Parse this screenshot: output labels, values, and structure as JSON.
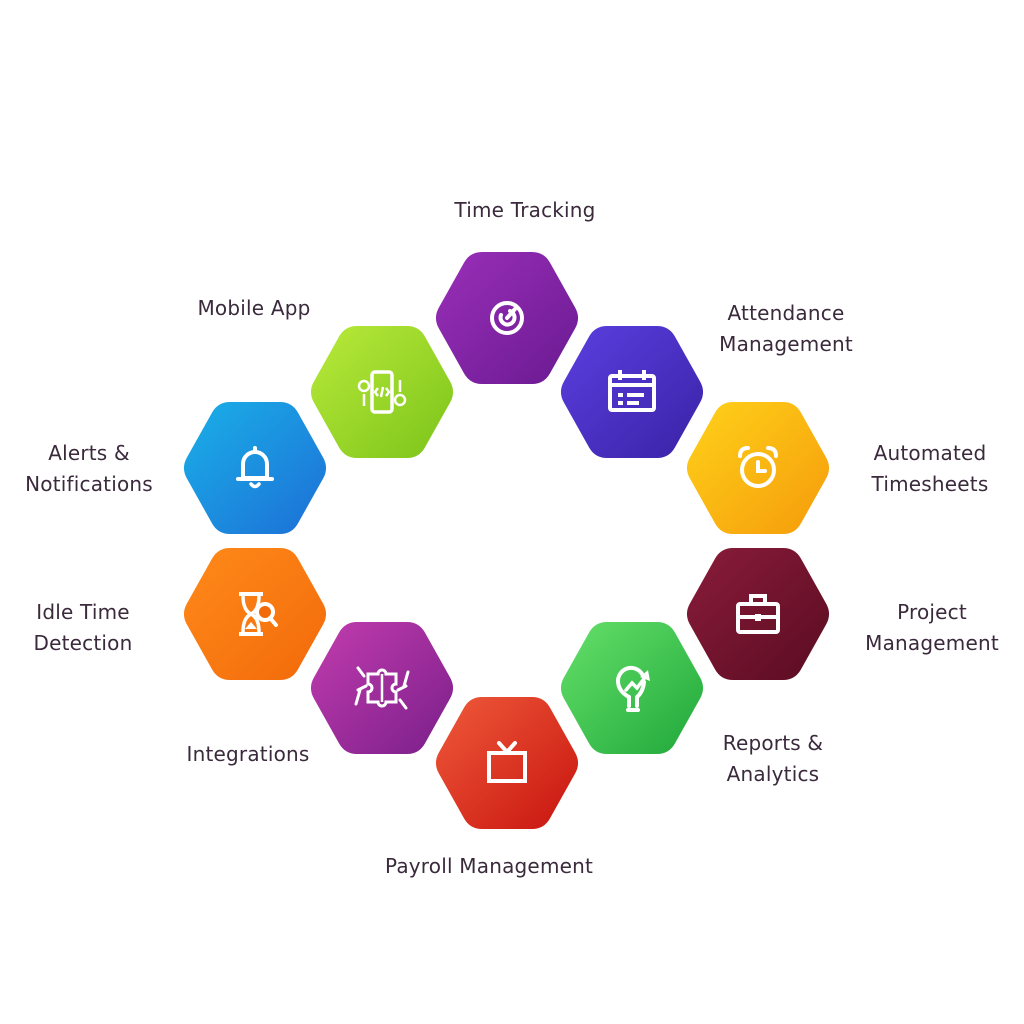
{
  "features": [
    {
      "id": "time-tracking",
      "lines": [
        "Time Tracking"
      ],
      "icon": "stopwatch-target-icon",
      "colors": [
        "#9a2fb8",
        "#6a1a92"
      ]
    },
    {
      "id": "attendance-management",
      "lines": [
        "Attendance",
        "Management"
      ],
      "icon": "calendar-icon",
      "colors": [
        "#5b3fe0",
        "#3a22a6"
      ]
    },
    {
      "id": "automated-timesheets",
      "lines": [
        "Automated",
        "Timesheets"
      ],
      "icon": "alarm-clock-icon",
      "colors": [
        "#ffd21a",
        "#f59b0a"
      ]
    },
    {
      "id": "project-management",
      "lines": [
        "Project",
        "Management"
      ],
      "icon": "briefcase-icon",
      "colors": [
        "#8a1c3a",
        "#5a0c22"
      ]
    },
    {
      "id": "reports-analytics",
      "lines": [
        "Reports &",
        "Analytics"
      ],
      "icon": "lightbulb-growth-icon",
      "colors": [
        "#66e06a",
        "#1fa83a"
      ]
    },
    {
      "id": "payroll-management",
      "lines": [
        "Payroll Management"
      ],
      "icon": "tv-screen-icon",
      "colors": [
        "#ef5a3a",
        "#c8140f"
      ]
    },
    {
      "id": "integrations",
      "lines": [
        "Integrations"
      ],
      "icon": "puzzle-hands-icon",
      "colors": [
        "#c23cae",
        "#7a1f8a"
      ]
    },
    {
      "id": "idle-time-detection",
      "lines": [
        "Idle Time",
        "Detection"
      ],
      "icon": "hourglass-search-icon",
      "colors": [
        "#ff8a1a",
        "#f26a0a"
      ]
    },
    {
      "id": "alerts-notifications",
      "lines": [
        "Alerts &",
        "Notifications"
      ],
      "icon": "bell-icon",
      "colors": [
        "#1ab0e8",
        "#1d6fd6"
      ]
    },
    {
      "id": "mobile-app",
      "lines": [
        "Mobile App"
      ],
      "icon": "mobile-code-icon",
      "colors": [
        "#b9ea3a",
        "#7cc41a"
      ]
    }
  ]
}
